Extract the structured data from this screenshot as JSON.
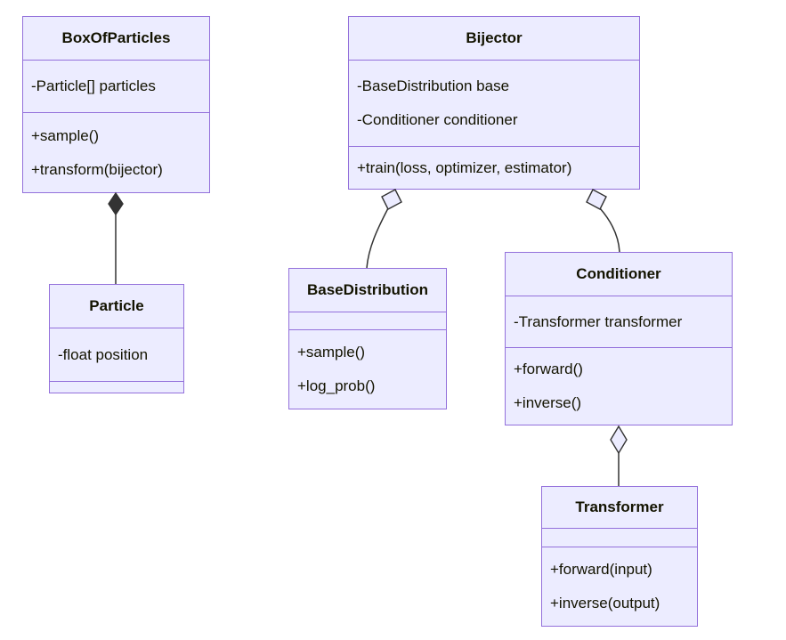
{
  "diagram": {
    "type": "uml-class-diagram",
    "colors": {
      "fill": "#ECECFF",
      "border": "#9370DB",
      "line": "#333333",
      "text": "#131300",
      "background": "#FFFFFF"
    },
    "classes": [
      {
        "name": "BoxOfParticles",
        "attributes": [
          "-Particle[] particles"
        ],
        "methods": [
          "+sample()",
          "+transform(bijector)"
        ]
      },
      {
        "name": "Bijector",
        "attributes": [
          "-BaseDistribution base",
          "-Conditioner conditioner"
        ],
        "methods": [
          "+train(loss, optimizer, estimator)"
        ]
      },
      {
        "name": "Particle",
        "attributes": [
          "-float position"
        ],
        "methods": []
      },
      {
        "name": "BaseDistribution",
        "attributes": [],
        "methods": [
          "+sample()",
          "+log_prob()"
        ]
      },
      {
        "name": "Conditioner",
        "attributes": [
          "-Transformer transformer"
        ],
        "methods": [
          "+forward()",
          "+inverse()"
        ]
      },
      {
        "name": "Transformer",
        "attributes": [],
        "methods": [
          "+forward(input)",
          "+inverse(output)"
        ]
      }
    ],
    "relations": [
      {
        "from": "BoxOfParticles",
        "to": "Particle",
        "type": "composition"
      },
      {
        "from": "Bijector",
        "to": "BaseDistribution",
        "type": "aggregation"
      },
      {
        "from": "Bijector",
        "to": "Conditioner",
        "type": "aggregation"
      },
      {
        "from": "Conditioner",
        "to": "Transformer",
        "type": "aggregation"
      }
    ]
  }
}
